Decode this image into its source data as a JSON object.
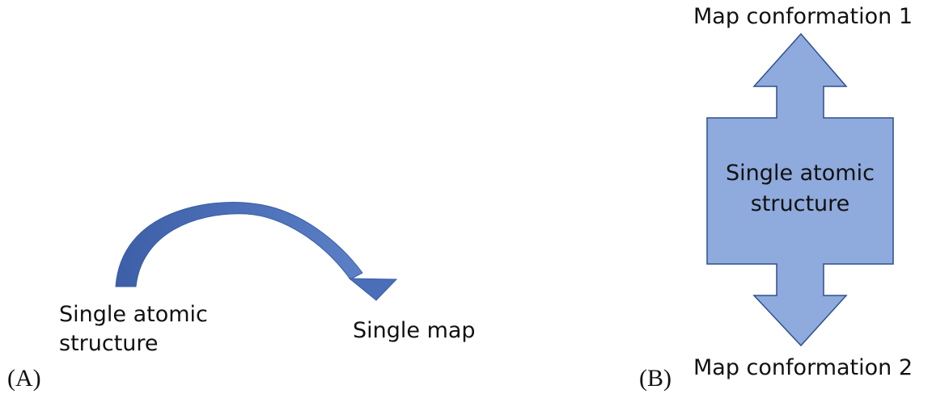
{
  "panel_a": {
    "letter": "(A)",
    "source_line1": "Single atomic",
    "source_line2": "structure",
    "target": "Single map",
    "arrow_color": "#4a6fb8"
  },
  "panel_b": {
    "letter": "(B)",
    "top_label": "Map conformation 1",
    "center_line1": "Single atomic",
    "center_line2": "structure",
    "bottom_label": "Map conformation 2",
    "fill_color": "#8faadc",
    "stroke_color": "#2f4f8f"
  }
}
